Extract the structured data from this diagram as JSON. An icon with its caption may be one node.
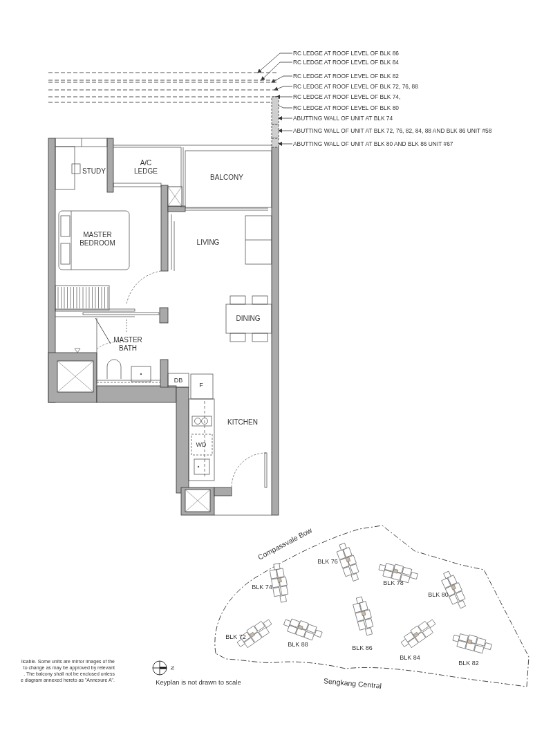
{
  "diagram": {
    "nodes": [
      {
        "text": [
          "RC LEDGE AT ROOF LEVEL OF BLK 86"
        ]
      },
      {
        "text": [
          "RC LEDGE AT ROOF LEVEL OF BLK 84"
        ]
      },
      {
        "text": [
          "RC LEDGE AT ROOF LEVEL OF BLK 82"
        ]
      },
      {
        "text": [
          "RC LEDGE AT ROOF LEVEL OF BLK 72, 76, 88"
        ]
      },
      {
        "text": [
          "RC LEDGE AT ROOF LEVEL OF BLK 74,"
        ]
      },
      {
        "text": [
          "RC LEDGE AT ROOF LEVEL OF BLK 80"
        ]
      },
      {
        "text": [
          "ABUTTING WALL OF UNIT AT BLK 74"
        ]
      },
      {
        "text": [
          "ABUTTING WALL OF UNIT AT BLK 72, 76, 82, 84, 88 AND BLK 86 UNIT #58"
        ]
      },
      {
        "text": [
          "ABUTTING WALL OF UNIT AT BLK 80 AND BLK 86 UNIT #67"
        ]
      },
      {
        "text": [],
        "shape": "line"
      },
      {
        "text": [],
        "shape": "line"
      },
      {
        "text": [],
        "shape": "line"
      },
      {
        "text": [],
        "shape": "line"
      },
      {
        "text": [],
        "shape": "line"
      },
      {
        "text": [],
        "shape": "line"
      },
      {
        "text": [],
        "shape": "bar"
      },
      {
        "text": [],
        "shape": "bar"
      },
      {
        "text": [],
        "shape": "bar"
      }
    ],
    "edges": [
      {
        "from": 0,
        "to": 9,
        "arrow": "to"
      },
      {
        "from": 1,
        "to": 10,
        "arrow": "to"
      },
      {
        "from": 2,
        "to": 11,
        "arrow": "to"
      },
      {
        "from": 3,
        "to": 12,
        "arrow": "to"
      },
      {
        "from": 4,
        "to": 13,
        "arrow": "to"
      },
      {
        "from": 5,
        "to": 14,
        "arrow": "to"
      },
      {
        "from": 6,
        "to": 15,
        "arrow": "to"
      },
      {
        "from": 7,
        "to": 16,
        "arrow": "to"
      },
      {
        "from": 8,
        "to": 17,
        "arrow": "to"
      }
    ],
    "labels": [
      "STUDY",
      "A/C LEDGE",
      "BALCONY",
      "MASTER BEDROOM",
      "LIVING",
      "DINING",
      "MASTER BATH",
      "DB",
      "F",
      "KITCHEN",
      "WD",
      "Compassvale Bow",
      "BLK 76",
      "BLK 74",
      "BLK 78",
      "BLK 80",
      "BLK 72",
      "BLK 88",
      "BLK 86",
      "BLK 84",
      "BLK 82",
      "licable. Some units are mirror images of the",
      "to change as may be approved by relevant",
      ". The balcony shall not be enclosed unless",
      "e diagram annexed hereto as \"Annexure A\".",
      "N",
      "Keyplan is not drawn to scale",
      "Sengkang Central"
    ]
  }
}
